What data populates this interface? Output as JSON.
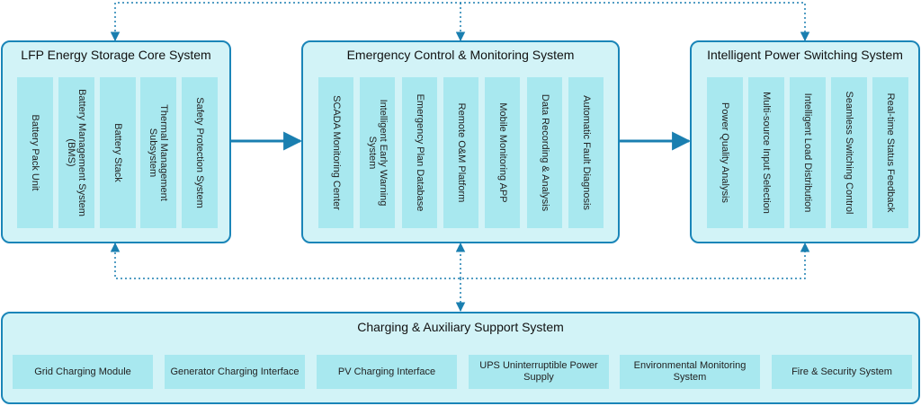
{
  "colors": {
    "border": "#1a85b8",
    "panel_fill": "#d2f3f7",
    "box_fill": "#a8e8ef",
    "arrow": "#1a7fb0"
  },
  "lfp": {
    "title": "LFP Energy Storage Core System",
    "items": [
      "Battery Pack Unit",
      "Battery Management System (BMS)",
      "Battery Stack",
      "Thermal Management Subsystem",
      "Safety Protection System"
    ]
  },
  "emergency": {
    "title": "Emergency Control & Monitoring System",
    "items": [
      "SCADA Monitoring Center",
      "Intelligent Early Warning System",
      "Emergency Plan Database",
      "Remote O&M Platform",
      "Mobile Monitoring APP",
      "Data Recording & Analysis",
      "Automatic Fault Diagnosis"
    ]
  },
  "switching": {
    "title": "Intelligent Power Switching System",
    "items": [
      "Power Quality Analysis",
      "Multi-source Input Selection",
      "Intelligent Load Distribution",
      "Seamless Switching Control",
      "Real-time Status Feedback"
    ]
  },
  "support": {
    "title": "Charging & Auxiliary Support System",
    "items": [
      "Grid Charging Module",
      "Generator Charging Interface",
      "PV Charging Interface",
      "UPS Uninterruptible Power Supply",
      "Environmental Monitoring System",
      "Fire & Security System"
    ]
  }
}
